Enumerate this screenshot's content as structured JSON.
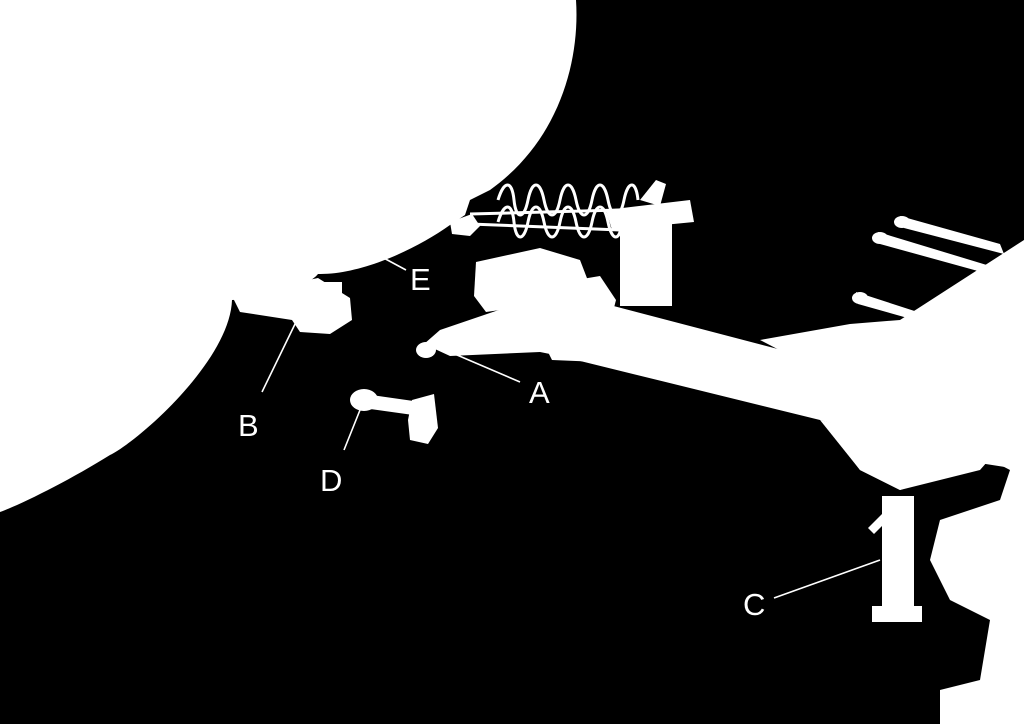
{
  "diagram": {
    "colors": {
      "background": "#000000",
      "silhouette": "#ffffff",
      "leader": "#ffffff"
    },
    "callouts": {
      "a": {
        "label": "A"
      },
      "b": {
        "label": "B"
      },
      "c": {
        "label": "C"
      },
      "d": {
        "label": "D"
      },
      "e": {
        "label": "E"
      }
    }
  }
}
